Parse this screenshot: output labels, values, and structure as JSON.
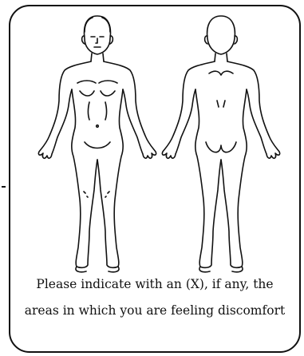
{
  "caption": {
    "line1": "Please indicate with an (X), if any, the",
    "line2": "areas in which you are feeling discomfort"
  },
  "figures": [
    "front-body-outline",
    "back-body-outline"
  ],
  "colors": {
    "stroke": "#111111",
    "background": "#ffffff"
  }
}
